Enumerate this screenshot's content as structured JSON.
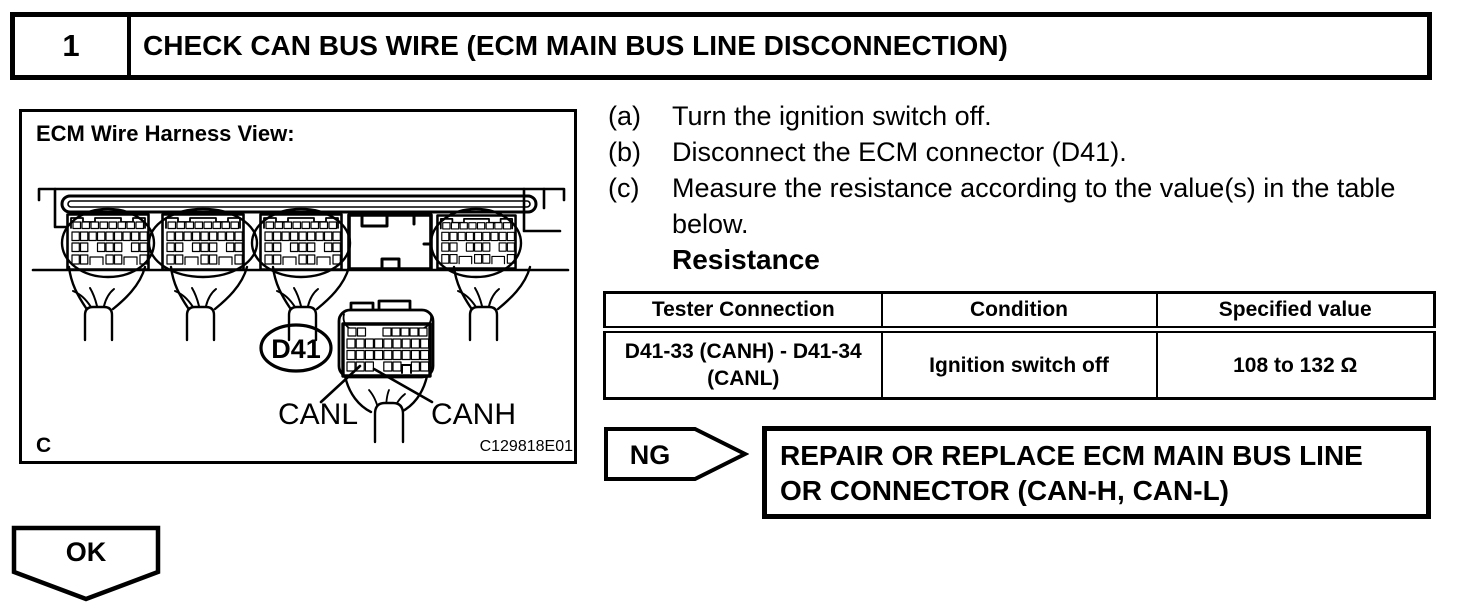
{
  "colors": {
    "ink": "#000000",
    "paper": "#ffffff"
  },
  "step_header": {
    "number": "1",
    "title": "CHECK CAN BUS WIRE (ECM MAIN BUS LINE DISCONNECTION)"
  },
  "figure": {
    "title": "ECM Wire Harness View:",
    "connector_label": "D41",
    "pin_labels": {
      "canl": "CANL",
      "canh": "CANH"
    },
    "corner_mark": "C",
    "figure_code": "C129818E01"
  },
  "procedure": {
    "steps": [
      {
        "label": "(a)",
        "text": "Turn the ignition switch off."
      },
      {
        "label": "(b)",
        "text": "Disconnect the ECM connector (D41)."
      },
      {
        "label": "(c)",
        "text": "Measure the resistance according to the value(s) in the table below."
      }
    ],
    "measurement_title": "Resistance"
  },
  "spec_table": {
    "headers": [
      "Tester Connection",
      "Condition",
      "Specified value"
    ],
    "rows": [
      [
        "D41-33 (CANH) - D41-34 (CANL)",
        "Ignition switch off",
        "108 to 132 Ω"
      ]
    ]
  },
  "ng_branch": {
    "label": "NG",
    "action_lines": [
      "REPAIR OR REPLACE ECM MAIN BUS LINE",
      "OR CONNECTOR (CAN-H, CAN-L)"
    ]
  },
  "ok_branch": {
    "label": "OK"
  }
}
